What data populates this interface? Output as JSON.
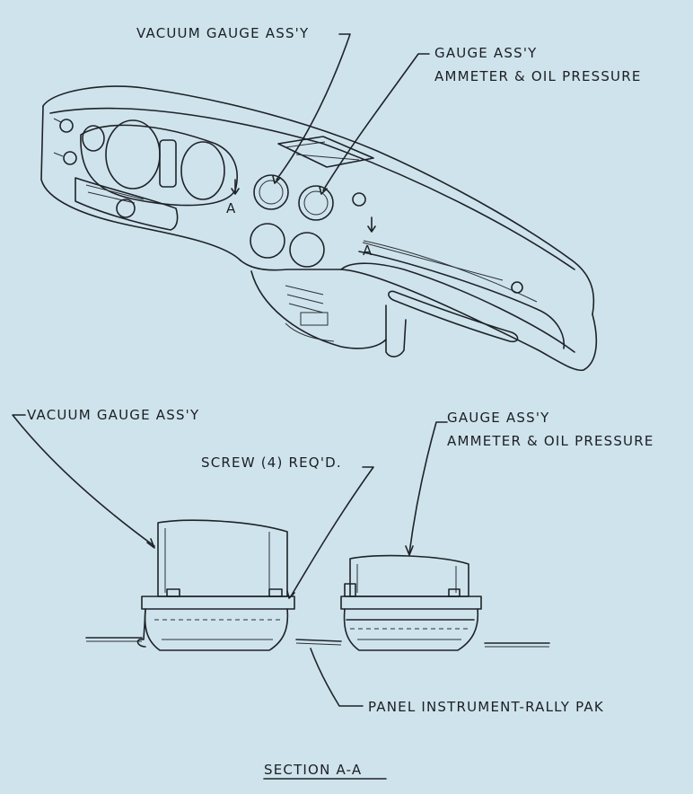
{
  "labels": {
    "top_vacuum": "VACUUM GAUGE ASS'Y",
    "top_gauge_line1": "GAUGE ASS'Y",
    "top_gauge_line2": "AMMETER & OIL PRESSURE",
    "section_marker_left": "A",
    "section_marker_right": "A",
    "bottom_vacuum": "VACUUM GAUGE ASS'Y",
    "bottom_gauge_line1": "GAUGE ASS'Y",
    "bottom_gauge_line2": "AMMETER & OIL PRESSURE",
    "screw": "SCREW (4) REQ'D.",
    "panel": "PANEL INSTRUMENT-RALLY PAK",
    "section_title": "SECTION A-A"
  },
  "colors": {
    "background": "#cfe3ec",
    "ink": "#1e2328"
  }
}
